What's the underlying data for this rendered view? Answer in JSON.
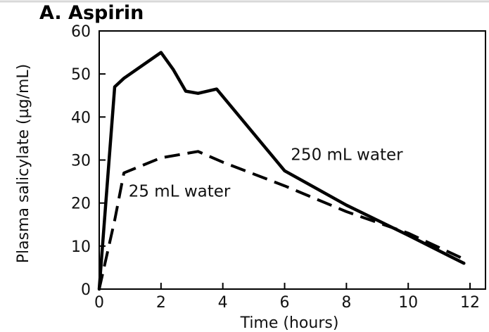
{
  "chart_data": {
    "type": "line",
    "title": "A. Aspirin",
    "xlabel": "Time (hours)",
    "ylabel": "Plasma salicylate (µg/mL)",
    "xlim": [
      0,
      12.5
    ],
    "ylim": [
      0,
      60
    ],
    "xticks": [
      0,
      2,
      4,
      6,
      8,
      10,
      12
    ],
    "yticks": [
      0,
      10,
      20,
      30,
      40,
      50,
      60
    ],
    "grid": false,
    "legend": "inline",
    "series": [
      {
        "name": "250 mL water",
        "style": "solid",
        "color": "#000000",
        "x": [
          0,
          0.5,
          0.8,
          2.0,
          2.4,
          2.8,
          3.2,
          3.8,
          6.0,
          8.0,
          10.0,
          11.8
        ],
        "y": [
          0,
          47,
          49,
          55,
          51,
          46,
          45.5,
          46.5,
          27.5,
          19.5,
          12.5,
          6
        ]
      },
      {
        "name": "25 mL water",
        "style": "dashed",
        "color": "#000000",
        "x": [
          0,
          0.5,
          0.8,
          2.0,
          3.2,
          4.0,
          6.0,
          8.0,
          10.0,
          11.8
        ],
        "y": [
          0,
          16,
          27,
          30.5,
          32,
          29.5,
          24,
          18,
          13,
          7
        ]
      }
    ],
    "annotations": [
      {
        "text": "250 mL water",
        "x": 6.2,
        "y": 30,
        "series": 0
      },
      {
        "text": "25 mL water",
        "x": 0.95,
        "y": 21.5,
        "series": 1
      }
    ]
  }
}
